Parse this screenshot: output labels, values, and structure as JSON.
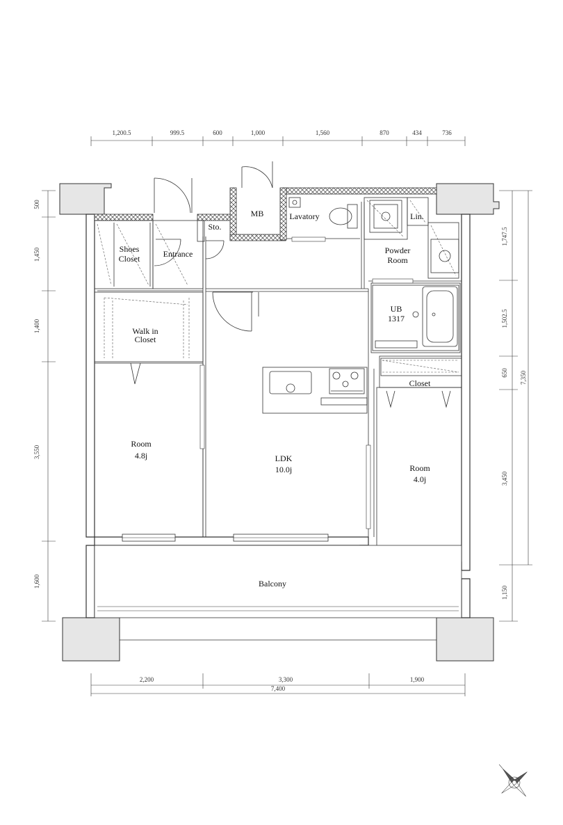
{
  "dimensions": {
    "top": [
      "1,200.5",
      "999.5",
      "600",
      "1,000",
      "1,560",
      "870",
      "434",
      "736"
    ],
    "bottom": [
      "2,200",
      "3,300",
      "1,900"
    ],
    "bottom_total": "7,400",
    "left": [
      "500",
      "1,450",
      "1,400",
      "3,550",
      "1,600"
    ],
    "right": [
      "1,747.5",
      "1,502.5",
      "650",
      "3,450",
      "1,150"
    ],
    "right_total": "7,350"
  },
  "rooms": {
    "shoes_closet": [
      "Shoes",
      "Closet"
    ],
    "entrance": "Entrance",
    "sto": "Sto.",
    "mb": "MB",
    "lavatory": "Lavatory",
    "lin": "Lin.",
    "powder_room": [
      "Powder",
      "Room"
    ],
    "ub": [
      "UB",
      "1317"
    ],
    "walkin_closet": [
      "Walk in",
      "Closet"
    ],
    "closet": "Closet",
    "room_west": [
      "Room",
      "4.8j"
    ],
    "ldk": [
      "LDK",
      "10.0j"
    ],
    "room_east": [
      "Room",
      "4.0j"
    ],
    "balcony": "Balcony"
  },
  "icons": {
    "compass": "compass-rose-icon"
  }
}
